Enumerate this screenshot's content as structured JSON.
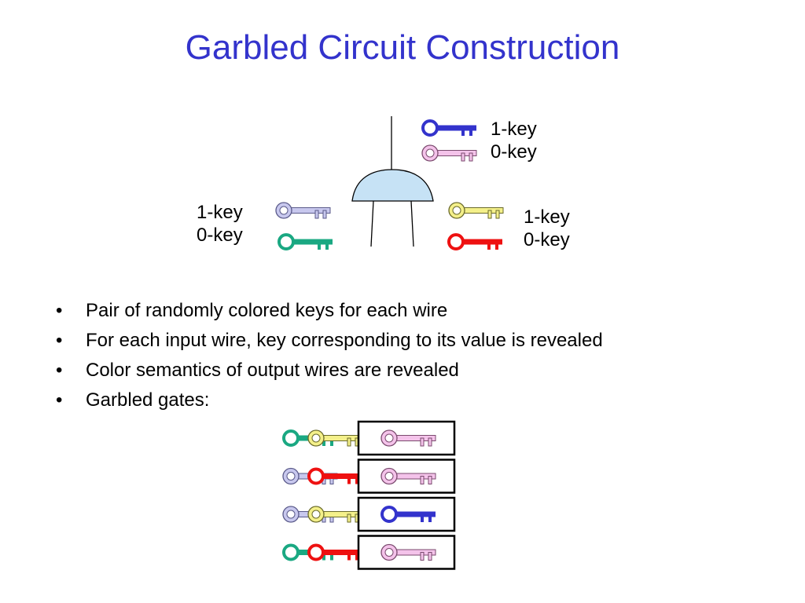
{
  "title": "Garbled Circuit Construction",
  "colors": {
    "title": "#3333cc",
    "gate_fill": "#c6e2f5",
    "key_blue": "#3333cc",
    "key_pink": "#f4c3ea",
    "key_lavender": "#c8c8ee",
    "key_green": "#1aa882",
    "key_yellow": "#f4f08a",
    "key_red": "#ee1111"
  },
  "diagram": {
    "output_wire": {
      "label_1": "1-key",
      "label_0": "0-key",
      "key_1_color": "blue",
      "key_0_color": "pink"
    },
    "left_input_wire": {
      "label_1": "1-key",
      "label_0": "0-key",
      "key_1_color": "lavender",
      "key_0_color": "green"
    },
    "right_input_wire": {
      "label_1": "1-key",
      "label_0": "0-key",
      "key_1_color": "yellow",
      "key_0_color": "red"
    }
  },
  "bullets": [
    "Pair of randomly colored keys for each wire",
    "For each input wire, key corresponding to its value is revealed",
    "Color semantics of output wires are revealed",
    "Garbled gates:"
  ],
  "garbled_table": [
    {
      "input_keys": [
        "green",
        "yellow"
      ],
      "output_key": "pink"
    },
    {
      "input_keys": [
        "lavender",
        "red"
      ],
      "output_key": "pink"
    },
    {
      "input_keys": [
        "lavender",
        "yellow"
      ],
      "output_key": "blue"
    },
    {
      "input_keys": [
        "green",
        "red"
      ],
      "output_key": "pink"
    }
  ]
}
